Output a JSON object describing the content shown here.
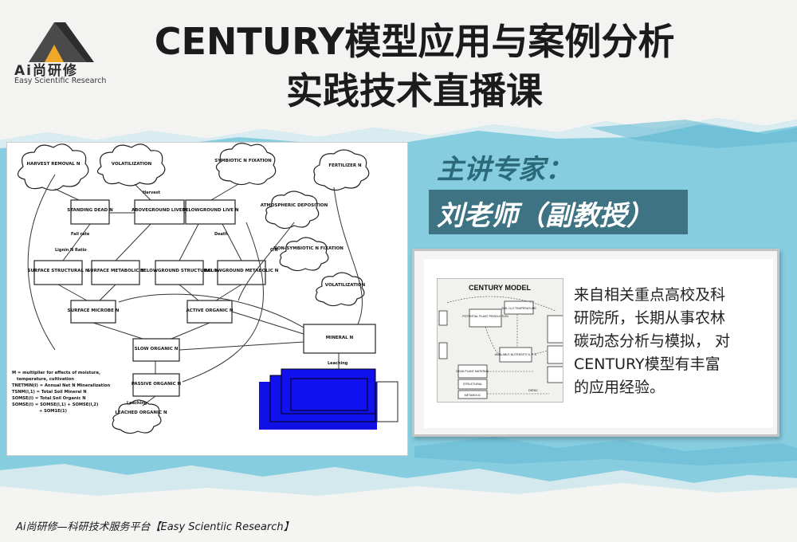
{
  "logo": {
    "name": "Ai尚研修",
    "subtitle": "Easy Scientific Research",
    "icon": "mountain-logo-icon"
  },
  "title": {
    "line1": "CENTURY模型应用与案例分析",
    "line2": "实践技术直播课"
  },
  "expert": {
    "label": "主讲专家：",
    "name": "刘老师（副教授）"
  },
  "description": {
    "lines": [
      "来自相关重点高校及科",
      "研院所，长期从事农林",
      "碳动态分析与模拟， 对",
      "CENTURY模型有丰富",
      "的应用经验。"
    ]
  },
  "thumbnail": {
    "title": "CENTURY MODEL",
    "labels": [
      "POTENTIAL PLANT PRODUCTION",
      "SOIL H₂O TEMPERATURE",
      "AVAILABLE NUTRIENTS N, P, S",
      "DEAD PLANT MATERIAL",
      "STRUCTURAL",
      "METABOLIC",
      "DEFAC"
    ]
  },
  "diagram": {
    "nodes": [
      "HARVEST REMOVAL N",
      "VOLATILIZATION",
      "SYMBIOTIC N FIXATION",
      "FERTILIZER N",
      "STANDING DEAD N",
      "ABOVEGROUND LIVE N",
      "BELOWGROUND LIVE N",
      "ATMOSPHERIC DEPOSITION",
      "NON-SYMBIOTIC N FIXATION",
      "SURFACE STRUCTURAL N",
      "SURFACE METABOLIC N",
      "BELOWGROUND STRUCTURAL N",
      "BELOWGROUND METABOLIC N",
      "SURFACE MICROBE N",
      "ACTIVE ORGANIC N",
      "VOLATILIZATION",
      "SLOW ORGANIC N",
      "MINERAL N",
      "PASSIVE ORGANIC N",
      "LEACHED ORGANIC N"
    ],
    "notes": [
      "M = multiplier for effects of moisture,",
      "temperature, cultivation",
      "TNETMIN(l) = Annual Net N Mineralization",
      "TSNM(l,1) = Total Soil Mineral N",
      "SOMSE(l) = Total Soil Organic N",
      "SOMSE(l) = SOMSE(l,1) + SOMSE(l,2)",
      "+ SOM1E(1)"
    ],
    "labels": [
      "Harvest",
      "Fall rate",
      "Death",
      "Lignin N Ratio",
      "C/N",
      "Leaching",
      "Leaching"
    ]
  },
  "footer": {
    "text": "Ai尚研修—科研技术服务平台【Easy Scientiic Research】"
  },
  "colors": {
    "accent": "#3e7384",
    "background": "#7fc6dc",
    "bluebox": "#1010e6"
  }
}
